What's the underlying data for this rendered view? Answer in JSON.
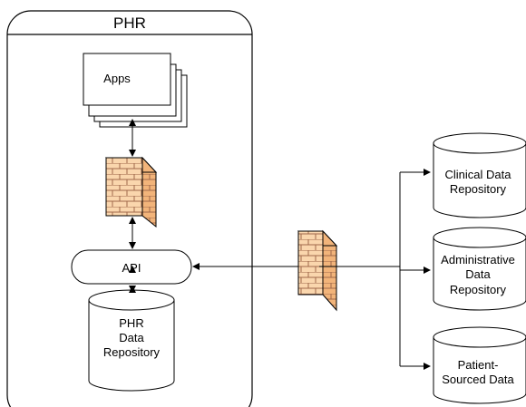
{
  "phr_container": {
    "title": "PHR"
  },
  "apps": {
    "label": "Apps"
  },
  "api": {
    "label": "API"
  },
  "phr_repository": {
    "lines": [
      "PHR",
      "Data",
      "Repository"
    ]
  },
  "external_repositories": [
    {
      "lines": [
        "Clinical Data",
        "Repository"
      ]
    },
    {
      "lines": [
        "Administrative",
        "Data",
        "Repository"
      ]
    },
    {
      "lines": [
        "Patient-",
        "Sourced Data"
      ]
    }
  ],
  "colors": {
    "firewall_face": "#fad6ad",
    "firewall_side": "#f2b47a",
    "stroke": "#000000"
  }
}
